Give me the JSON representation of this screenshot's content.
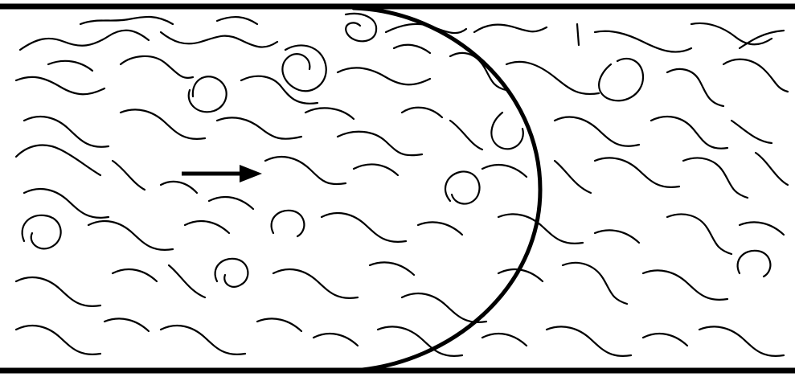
{
  "diagram": {
    "kind": "turbulent pipe flow with curved velocity profile",
    "colors": {
      "background": "#ffffff",
      "ink": "#000000"
    },
    "elements": [
      "pipe-wall-top",
      "pipe-wall-bottom",
      "flow-direction-arrow",
      "velocity-profile-curve",
      "turbulent-eddy-lines"
    ],
    "arrow_direction": "right",
    "text_labels": []
  }
}
